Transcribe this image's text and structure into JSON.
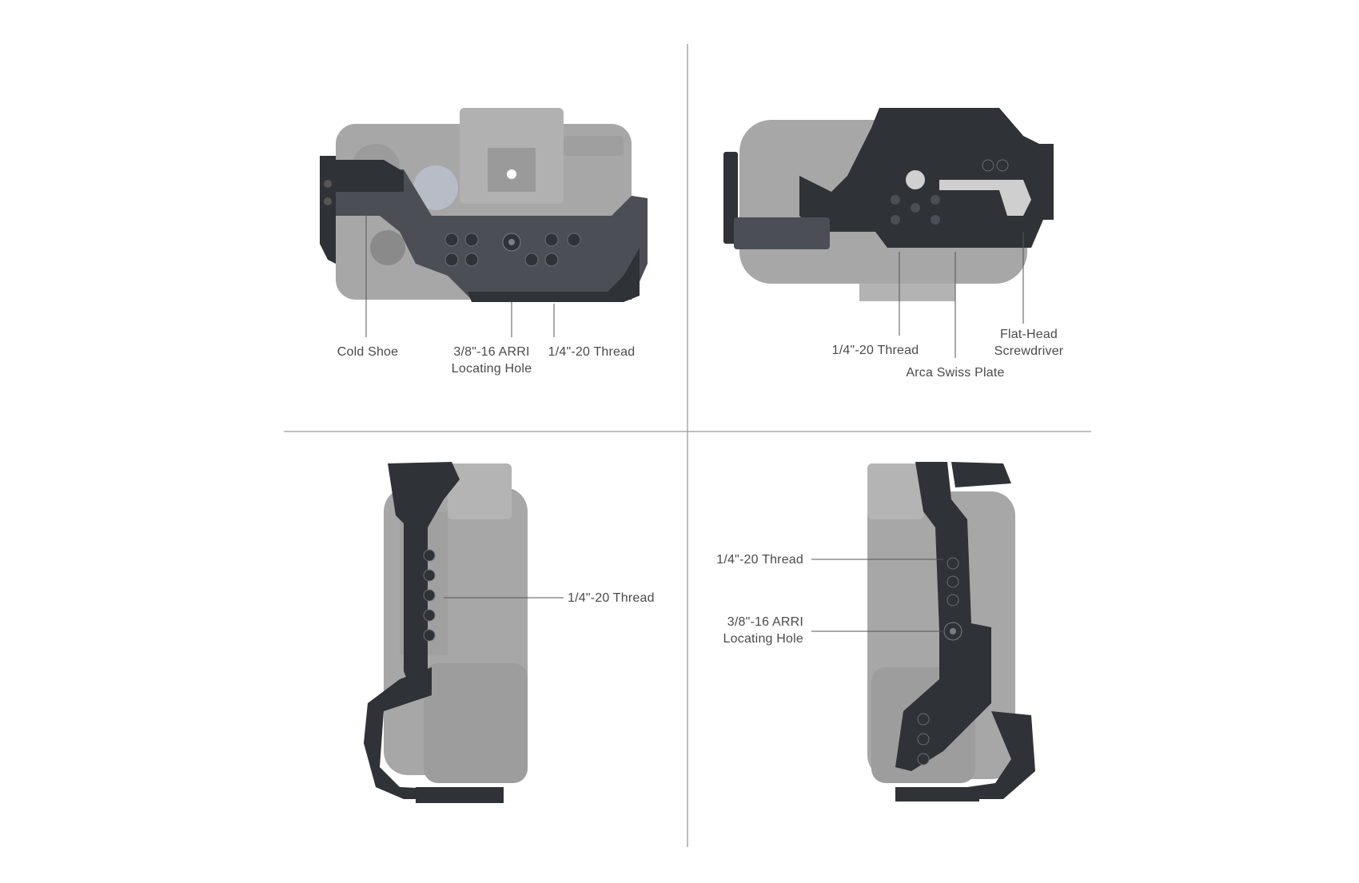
{
  "colors": {
    "background": "#ffffff",
    "divider": "#9a9a9a",
    "camera_body": "#a7a7a7",
    "camera_shadow": "#8f8f8f",
    "cage_metal": "#2f3236",
    "cage_edge": "#4b4f55",
    "callout_text": "#4a4a4a",
    "leader_line": "#555555"
  },
  "panels": {
    "top_left": {
      "callouts": {
        "cold_shoe": "Cold Shoe",
        "arri_hole": "3/8\"-16 ARRI\nLocating Hole",
        "thread": "1/4\"-20 Thread"
      }
    },
    "top_right": {
      "callouts": {
        "thread": "1/4\"-20 Thread",
        "arca_plate": "Arca Swiss Plate",
        "screwdriver": "Flat-Head\nScrewdriver"
      }
    },
    "bottom_left": {
      "callouts": {
        "thread": "1/4\"-20 Thread"
      }
    },
    "bottom_right": {
      "callouts": {
        "thread": "1/4\"-20 Thread",
        "arri_hole": "3/8\"-16 ARRI\nLocating Hole"
      }
    }
  }
}
